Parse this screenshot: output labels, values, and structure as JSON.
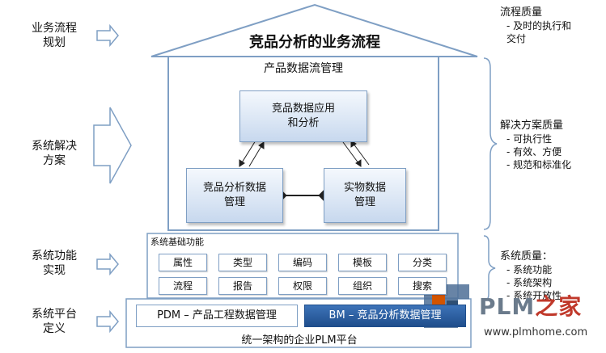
{
  "left_labels": {
    "business_plan": "业务流程\n规划",
    "solution": "系统解决\n方案",
    "function_impl": "系统功能\n实现",
    "platform_def": "系统平台\n定义"
  },
  "roof_title": "竞品分析的业务流程",
  "flow_title": "产品数据流管理",
  "cards": {
    "top": "竞品数据应用\n和分析",
    "left": "竞品分析数据\n管理",
    "right": "实物数据\n管理"
  },
  "base_title": "系统基础功能",
  "functions": [
    "属性",
    "类型",
    "编码",
    "模板",
    "分类",
    "流程",
    "报告",
    "权限",
    "组织",
    "搜索"
  ],
  "platform": {
    "pdm": "PDM – 产品工程数据管理",
    "bm": "BM – 竞品分析数据管理",
    "title": "统一架构的企业PLM平台"
  },
  "right_labels": {
    "process_quality": {
      "head": "流程质量",
      "items": [
        "及时的执行和\n交付"
      ]
    },
    "solution_quality": {
      "head": "解决方案质量",
      "items": [
        "可执行性",
        "有效、方便",
        "规范和标准化"
      ]
    },
    "system_quality": {
      "head": "系统质量：",
      "items": [
        "系统功能",
        "系统架构",
        "系统开放性"
      ]
    }
  },
  "logo": {
    "text_latin": "PLM",
    "text_cn": "之家",
    "url": "www.plmhome.com"
  },
  "colors": {
    "border": "#7f9fc4",
    "card_fill": "#dce7f5",
    "bm_fill": "#1f4e8c",
    "logo_red": "#c0392b",
    "logo_gray": "#6b7b8c"
  }
}
